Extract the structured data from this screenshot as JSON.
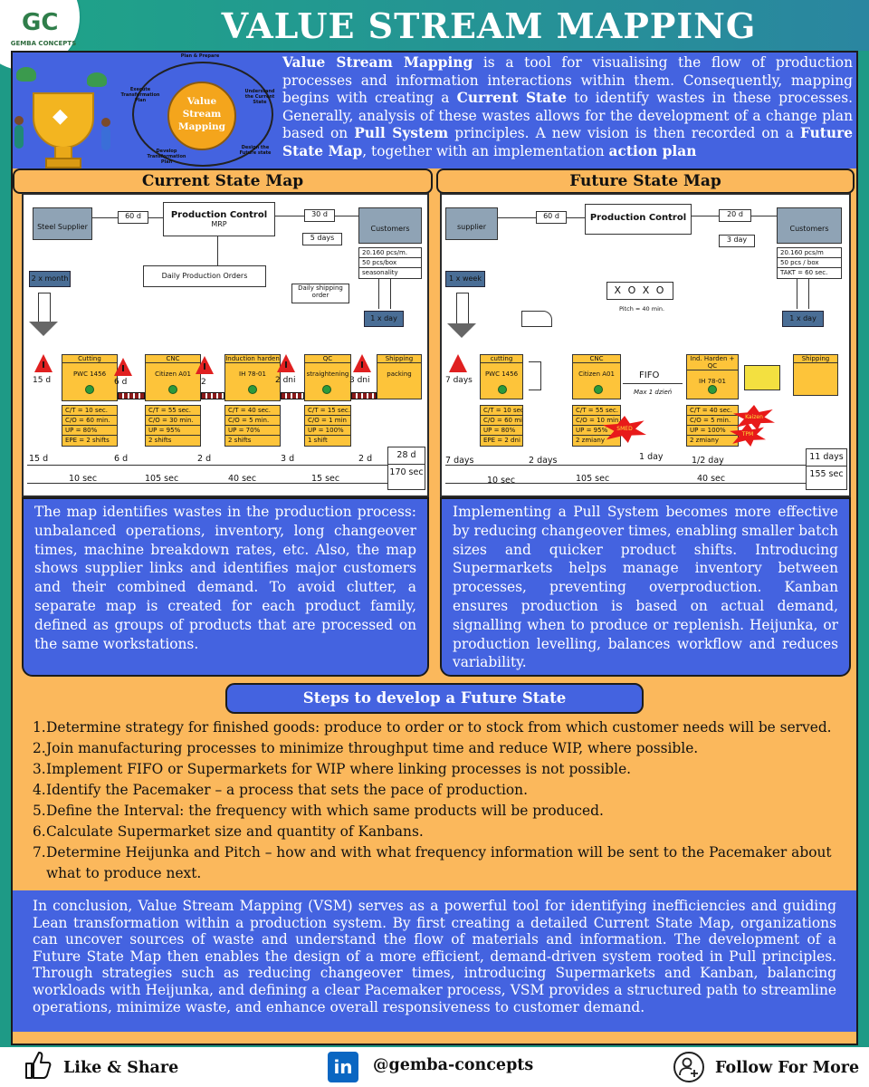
{
  "header": {
    "title": "VALUE STREAM MAPPING",
    "logo_mark": "GC",
    "logo_text": "GEMBA CONCEPTS"
  },
  "intro": {
    "cycle_center": "Value Stream Mapping",
    "cycle_steps": [
      "Plan & Prepare",
      "Understand the Current State",
      "Design the Future state",
      "Develop Transformation Plan",
      "Execute Transformation Plan"
    ],
    "p1": "Value Stream Mapping",
    "p2": " is a tool for visualising the flow of production processes and information interactions within them. Consequently, mapping begins with creating a ",
    "p3": "Current State",
    "p4": " to identify wastes in these processes. Generally, analysis of these wastes allows for the development of a change plan based on ",
    "p5": "Pull System",
    "p6": " principles. A new vision is then recorded on a ",
    "p7": "Future State Map",
    "p8": ", together with an implementation ",
    "p9": "action plan"
  },
  "current_map": {
    "tab": "Current State Map",
    "supplier": "Steel Supplier",
    "supplier_days": "60 d",
    "control_title": "Production Control",
    "control_sub": "MRP",
    "customer_days": "30 d",
    "customer_sub_days": "5 days",
    "customer": "Customers",
    "customer_data": [
      "20.160 pcs/m.",
      "50 pcs/box",
      "seasonality"
    ],
    "daily_orders": "Daily Production Orders",
    "daily_shipping": "Daily shipping order",
    "inbound_freq": "2 x month",
    "outbound_freq": "1 x day",
    "processes": [
      {
        "name": "Cutting",
        "machine": "PWC 1456",
        "data": [
          "C/T = 10 sec.",
          "C/O = 60 min.",
          "UP = 80%",
          "EPE = 2 shifts"
        ]
      },
      {
        "name": "CNC",
        "machine": "Citizen A01",
        "data": [
          "C/T = 55 sec.",
          "C/O = 30 min.",
          "UP = 95%",
          "2 shifts"
        ]
      },
      {
        "name": "Induction harden",
        "machine": "IH 78-01",
        "data": [
          "C/T = 40 sec.",
          "C/O = 5 min.",
          "UP = 70%",
          "2 shifts"
        ]
      },
      {
        "name": "QC",
        "machine": "straightening",
        "data": [
          "C/T = 15 sec.",
          "C/O = 1 min",
          "UP = 100%",
          "1 shift"
        ]
      },
      {
        "name": "Shipping",
        "machine": "packing",
        "data": []
      }
    ],
    "inventory": [
      "15 d",
      "6 d",
      "2",
      "2 dni",
      "3 dni"
    ],
    "inv_mark": "I",
    "timeline_days": [
      "15 d",
      "6 d",
      "2 d",
      "3 d",
      "2 d"
    ],
    "timeline_secs": [
      "10 sec",
      "105 sec",
      "40 sec",
      "15 sec"
    ],
    "total_days": "28 d",
    "total_secs": "170 sec",
    "description": "The map identifies wastes in the production process: unbalanced operations, inventory, long changeover times, machine breakdown rates, etc. Also, the map shows supplier links and identifies major customers and their combined demand. To avoid clutter, a separate map is created for each product family, defined as groups of products that are processed on the same workstations."
  },
  "future_map": {
    "tab": "Future State Map",
    "supplier": "supplier",
    "supplier_days": "60 d",
    "control_title": "Production Control",
    "customer_days": "20 d",
    "customer_sub_days": "3 day",
    "customer": "Customers",
    "customer_data": [
      "20.160 pcs/m",
      "50 pcs / box",
      "TAKT = 60 sec."
    ],
    "heijunka": "X O X O",
    "pitch": "Pitch = 40 min.",
    "inbound_freq": "1 x week",
    "outbound_freq": "1 x day",
    "processes": [
      {
        "name": "cutting",
        "machine": "PWC 1456",
        "data": [
          "C/T = 10 sec.",
          "C/O = 60 min.",
          "UP = 80%",
          "EPE = 2 dni"
        ]
      },
      {
        "name": "CNC",
        "machine": "Citizen A01",
        "data": [
          "C/T = 55 sec.",
          "C/O = 10 min.",
          "UP = 95%",
          "2 zmiany"
        ]
      },
      {
        "name": "Ind. Harden + QC",
        "machine": "IH 78-01",
        "data": [
          "C/T = 40 sec.",
          "C/O = 5 min.",
          "UP = 100%",
          "2 zmiany"
        ]
      },
      {
        "name": "Shipping",
        "machine": "",
        "data": []
      }
    ],
    "fifo": "FIFO",
    "fifo_sub": "Max 1 dzień",
    "inv_first": "7 days",
    "kaizen_labels": [
      "SMED",
      "Kaizen",
      "TPM"
    ],
    "timeline_days": [
      "7 days",
      "2 days",
      "1 day",
      "1/2 day",
      "11 days"
    ],
    "timeline_secs": [
      "10 sec",
      "105 sec",
      "40 sec",
      "155 sec"
    ],
    "description": "Implementing a Pull System becomes more effective by reducing changeover times, enabling smaller batch sizes and quicker product shifts. Introducing Supermarkets helps manage inventory between processes, preventing overproduction. Kanban ensures production is based on actual demand, signalling when to produce or replenish. Heijunka, or production levelling, balances workflow and reduces variability."
  },
  "steps": {
    "title": "Steps to develop a Future State",
    "items": [
      "Determine strategy for finished goods: produce to order or to stock from which customer needs will be served.",
      "Join manufacturing processes to minimize throughput time and reduce WIP, where possible.",
      "Implement FIFO or Supermarkets for WIP where linking processes is not possible.",
      "Identify the Pacemaker – a process that sets the pace of production.",
      "Define the Interval: the frequency with which same products will be produced.",
      "Calculate Supermarket size and quantity of Kanbans.",
      "Determine Heijunka and Pitch – how and with what frequency information will be sent to the Pacemaker about what to produce next."
    ]
  },
  "conclusion": "In conclusion, Value Stream Mapping (VSM) serves as a powerful tool for identifying inefficiencies and guiding Lean transformation within a production system. By first creating a detailed Current State Map, organizations can uncover sources of waste and understand the flow of materials and information. The development of a Future State Map then enables the design of a more efficient, demand-driven system rooted in Pull principles. Through strategies such as reducing changeover times, introducing Supermarkets and Kanban, balancing workloads with Heijunka, and defining a clear Pacemaker process, VSM provides a structured path to streamline operations, minimize waste, and enhance overall responsiveness to customer demand.",
  "footer": {
    "like": "Like & Share",
    "handle": "@gemba-concepts",
    "follow": "Follow For More",
    "in_mark": "in"
  },
  "colors": {
    "blue_panel": "#4463e0",
    "orange_bg": "#fbb85c",
    "teal": "#1e9a86",
    "process_yellow": "#fdc43a",
    "warning_red": "#e02020"
  }
}
